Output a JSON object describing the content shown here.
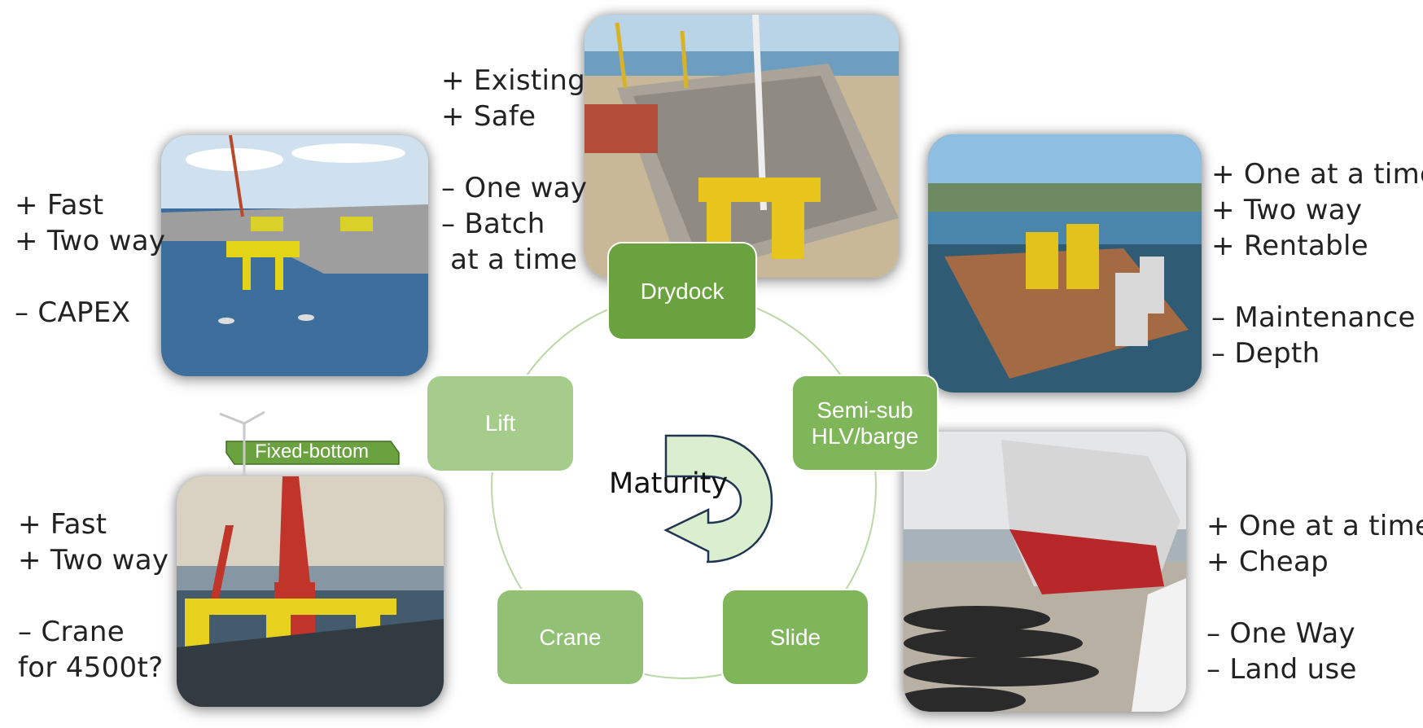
{
  "cycle": {
    "center_label": "Maturity",
    "colors": {
      "dark": "#6aa23f",
      "mid": "#7fb65a",
      "light": "#a5cc8a",
      "ring": "#b9d8a4"
    },
    "nodes": {
      "drydock": "Drydock",
      "semisub": "Semi-sub\nHLV/barge",
      "slide": "Slide",
      "crane": "Crane",
      "lift": "Lift"
    }
  },
  "tag": {
    "label": "Fixed-bottom"
  },
  "texts": {
    "drydock": "+ Existing\n+ Safe\n\n– One way\n– Batch\n at a time",
    "lift": "+ Fast\n+ Two way\n\n– CAPEX",
    "semisub": "+ One at a time\n+ Two way\n+ Rentable\n\n– Maintenance\n– Depth",
    "crane": "+ Fast\n+ Two way\n\n– Crane\nfor 4500t?",
    "slide": "+ One at a time\n+ Cheap\n\n– One Way\n– Land use"
  }
}
